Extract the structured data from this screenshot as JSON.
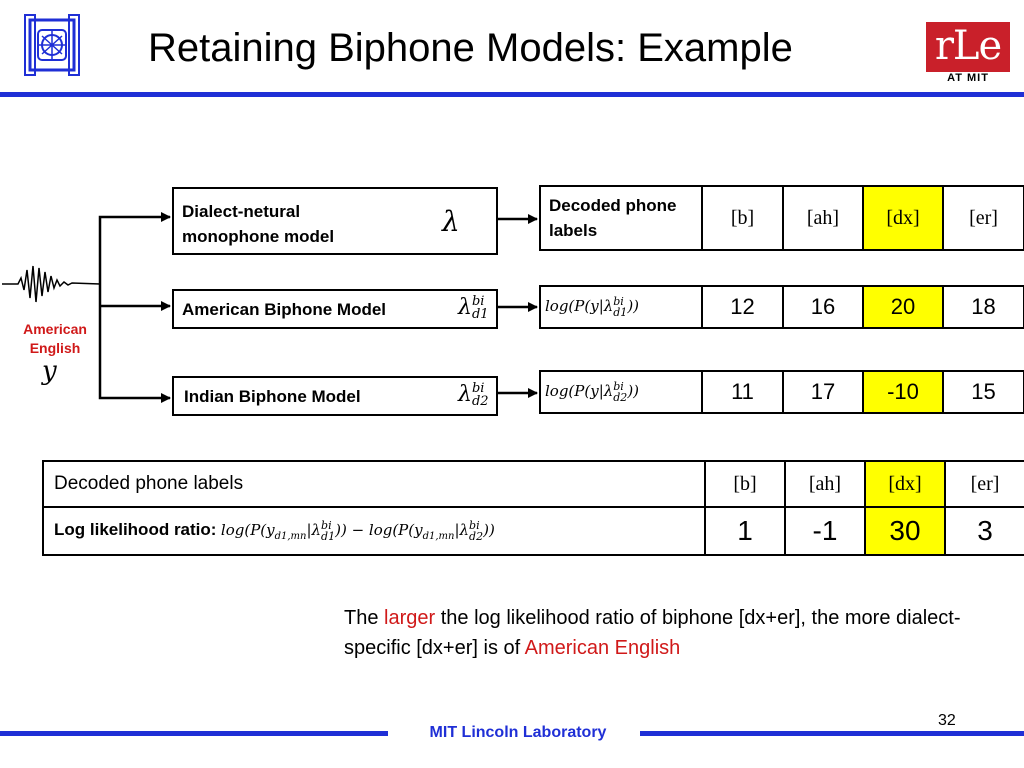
{
  "slide": {
    "title": "Retaining Biphone Models: Example",
    "logo_right": {
      "main": "rLe",
      "sub": "AT MIT"
    },
    "footer": "MIT Lincoln Laboratory",
    "page_number": "32",
    "colors": {
      "accent_blue": "#1f2fd6",
      "highlight": "#ffff00",
      "red": "#d01919"
    }
  },
  "input": {
    "label": "American English",
    "variable": "y"
  },
  "models": {
    "neutral": {
      "label": "Dialect-netural monophone model",
      "symbol": "λ"
    },
    "american": {
      "label": "American Biphone Model",
      "symbol": "λ",
      "sup": "bi",
      "sub": "d1"
    },
    "indian": {
      "label": "Indian Biphone Model",
      "symbol": "λ",
      "sup": "bi",
      "sub": "d2"
    }
  },
  "tables": {
    "decoded": {
      "header": "Decoded phone labels",
      "labels": [
        "[b]",
        "[ah]",
        "[dx]",
        "[er]"
      ]
    },
    "american": {
      "row_label": "log(P(y|λ",
      "row_sup": "bi",
      "row_sub": "d1",
      "row_end": "))",
      "values": [
        "12",
        "16",
        "20",
        "18"
      ]
    },
    "indian": {
      "row_label": "log(P(y|λ",
      "row_sup": "bi",
      "row_sub": "d2",
      "row_end": "))",
      "values": [
        "11",
        "17",
        "-10",
        "15"
      ]
    },
    "ratio": {
      "header": "Decoded phone labels",
      "labels": [
        "[b]",
        "[ah]",
        "[dx]",
        "[er]"
      ],
      "row_label": "Log likelihood ratio:",
      "formula": {
        "p1": "log(P(y",
        "s1": "d1,mn",
        "p2": "|λ",
        "sup1": "bi",
        "sub1": "d1",
        "p3": ")) − log(P(y",
        "s2": "d1,mn",
        "p4": "|λ",
        "sup2": "bi",
        "sub2": "d2",
        "p5": "))"
      },
      "values": [
        "1",
        "-1",
        "30",
        "3"
      ]
    },
    "highlight_column": 2
  },
  "note": {
    "t1": "The ",
    "t2": "larger",
    "t3": " the log likelihood ratio of biphone [dx+er], the more dialect-specific [dx+er] is of ",
    "t4": "American English"
  }
}
